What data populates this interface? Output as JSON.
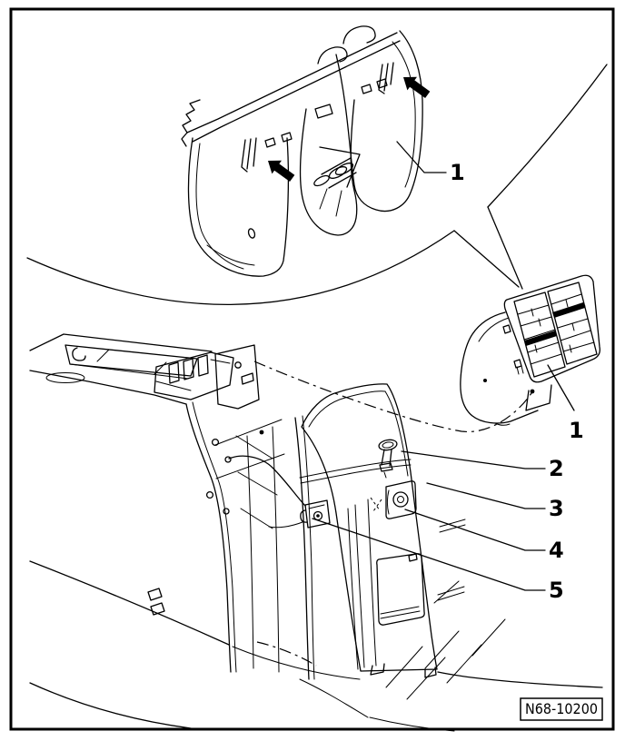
{
  "figure": {
    "drawing_number": "N68-10200",
    "callouts": {
      "item1_top": "1",
      "item1_vent": "1",
      "item2": "2",
      "item3": "3",
      "item4": "4",
      "item5": "5"
    },
    "icons": {
      "left_arrow": "release-tab-arrow",
      "right_arrow": "release-tab-arrow"
    },
    "colors": {
      "line": "#000000",
      "background": "#ffffff"
    }
  }
}
